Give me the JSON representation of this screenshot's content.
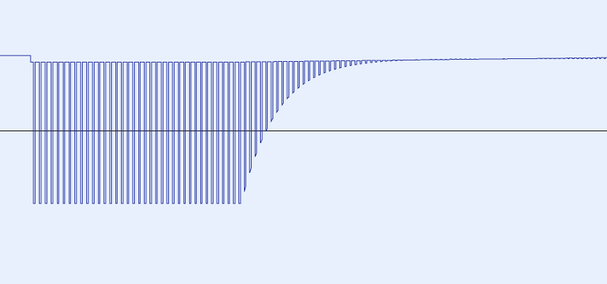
{
  "colors": {
    "background": "#e8f0fd",
    "trace": "#1c2a9c",
    "baseline": "#000000"
  },
  "chart_data": {
    "type": "line",
    "title": "",
    "xlabel": "",
    "ylabel": "",
    "grid": false,
    "legend": "none",
    "x_range": [
      0,
      873
    ],
    "y_range": [
      -1.41,
      1.2
    ],
    "baseline_value": 0,
    "series": [
      {
        "kind": "pulse-train",
        "resting_level": 0.69,
        "step_time": 44,
        "high_level": 0.63,
        "low_level": -0.67,
        "first_pulse_time": 48,
        "pulse_period_start": 8.6,
        "pulse_period_end": 6.4,
        "pulse_width_fraction": 0.28,
        "saturated_until": 347,
        "decay_end_time": 873,
        "decay_end_level": 0.66,
        "settled_high_level": 0.67,
        "decay_rate": 0.0195
      }
    ]
  }
}
